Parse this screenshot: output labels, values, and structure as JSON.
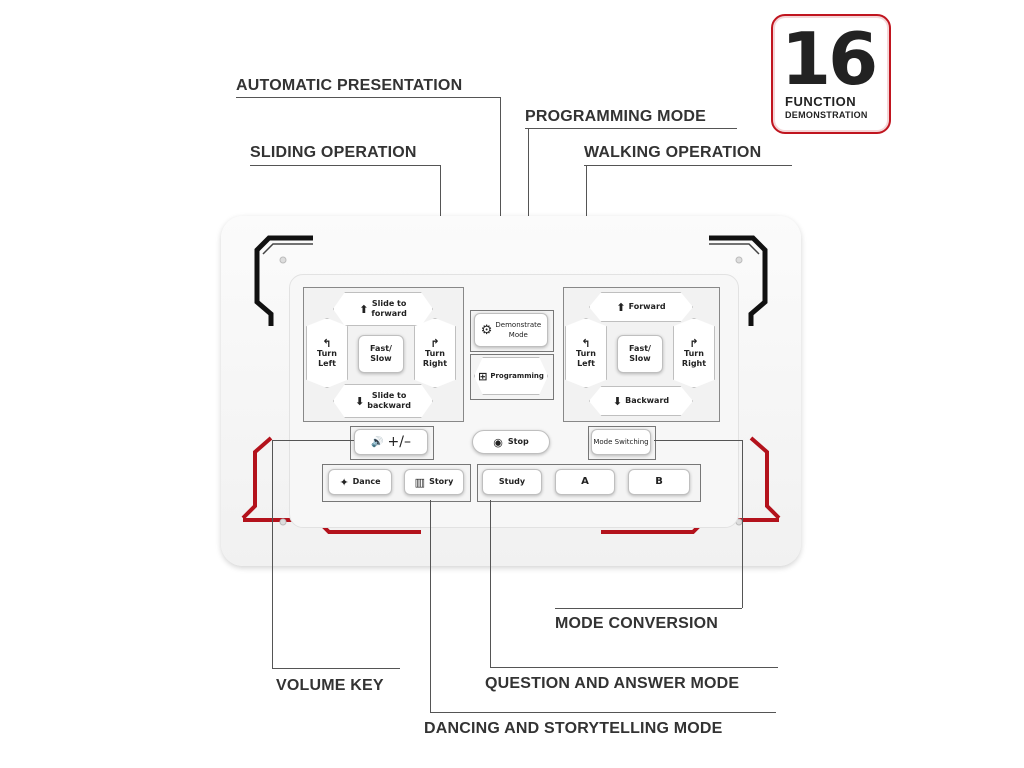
{
  "badge": {
    "number": "16",
    "line1": "FUNCTION",
    "line2": "DEMONSTRATION"
  },
  "callouts": {
    "automatic_presentation": "AUTOMATIC PRESENTATION",
    "programming_mode": "PROGRAMMING MODE",
    "sliding_operation": "SLIDING OPERATION",
    "walking_operation": "WALKING OPERATION",
    "mode_conversion": "MODE CONVERSION",
    "volume_key": "VOLUME KEY",
    "question_answer_mode": "QUESTION AND ANSWER MODE",
    "dancing_storytelling_mode": "DANCING AND STORYTELLING MODE"
  },
  "controller": {
    "left_pad": {
      "up_line1": "Slide to",
      "up_line2": "forward",
      "left_line1": "Turn",
      "left_line2": "Left",
      "center_line1": "Fast/",
      "center_line2": "Slow",
      "right_line1": "Turn",
      "right_line2": "Right",
      "down_line1": "Slide to",
      "down_line2": "backward"
    },
    "right_pad": {
      "up": "Forward",
      "left_line1": "Turn",
      "left_line2": "Left",
      "center_line1": "Fast/",
      "center_line2": "Slow",
      "right_line1": "Turn",
      "right_line2": "Right",
      "down": "Backward"
    },
    "demonstrate_line1": "Demonstrate",
    "demonstrate_line2": "Mode",
    "programming": "Programming",
    "volume": "+/–",
    "stop": "Stop",
    "mode_switching": "Mode Switching",
    "dance": "Dance",
    "story": "Story",
    "study": "Study",
    "a": "A",
    "b": "B"
  }
}
